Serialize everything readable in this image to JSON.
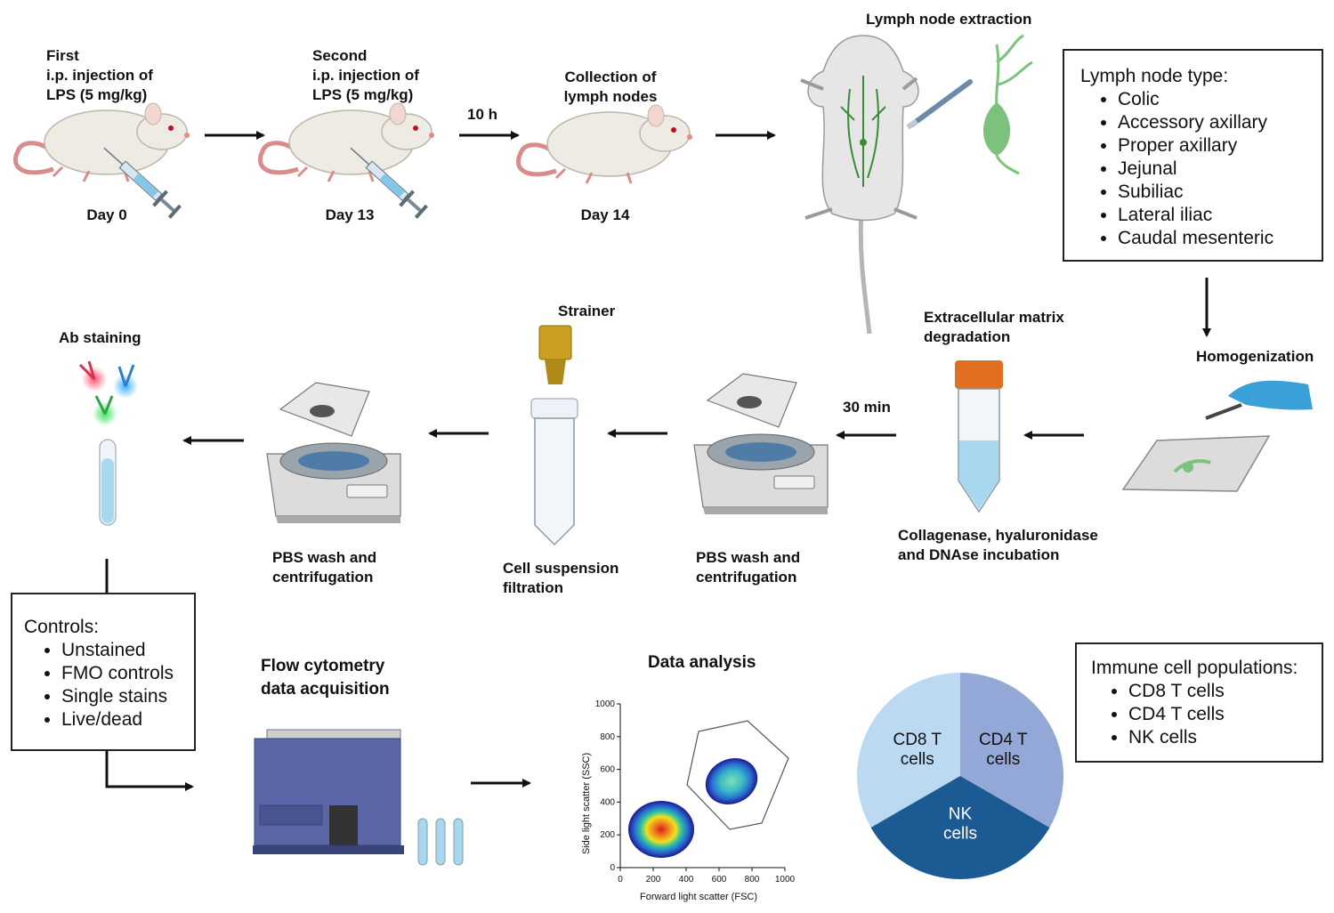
{
  "steps": {
    "first_injection": "First\ni.p. injection of\nLPS (5 mg/kg)",
    "second_injection": "Second\ni.p. injection of\nLPS (5 mg/kg)",
    "collection": "Collection of\nlymph nodes",
    "day0": "Day 0",
    "day13": "Day 13",
    "day14": "Day 14",
    "interval_10h": "10 h",
    "extraction": "Lymph node extraction",
    "homogenization": "Homogenization",
    "ecm": "Extracellular matrix\ndegradation",
    "incubation": "Collagenase, hyaluronidase\nand DNAse incubation",
    "interval_30min": "30 min",
    "pbs1": "PBS wash and\ncentrifugation",
    "strainer": "Strainer",
    "filtration": "Cell suspension\nfiltration",
    "pbs2": "PBS wash and\ncentrifugation",
    "ab_staining": "Ab staining",
    "flow": "Flow cytometry\ndata acquisition",
    "analysis": "Data analysis"
  },
  "lymph_box": {
    "title": "Lymph node type:",
    "items": [
      "Colic",
      "Accessory axillary",
      "Proper axillary",
      "Jejunal",
      "Subiliac",
      "Lateral iliac",
      "Caudal mesenteric"
    ]
  },
  "controls_box": {
    "title": "Controls:",
    "items": [
      "Unstained",
      "FMO controls",
      "Single stains",
      "Live/dead"
    ]
  },
  "immune_box": {
    "title": "Immune cell populations:",
    "items": [
      "CD8 T cells",
      "CD4 T cells",
      "NK cells"
    ]
  },
  "pie": {
    "slices": [
      {
        "label": "CD8 T\ncells",
        "value": 1,
        "color": "#bcd9f2"
      },
      {
        "label": "CD4 T\ncells",
        "value": 1,
        "color": "#93a8d6"
      },
      {
        "label": "NK\ncells",
        "value": 1,
        "color": "#1c5a93"
      }
    ]
  },
  "scatter": {
    "xlabel": "Forward light scatter (FSC)",
    "ylabel": "Side light scatter (SSC)",
    "xticks": [
      "0",
      "200",
      "400",
      "600",
      "800",
      "1000"
    ],
    "yticks": [
      "0",
      "200",
      "400",
      "600",
      "800",
      "1000"
    ]
  },
  "colors": {
    "arrow": "#111111",
    "mouse": "#eeeae4",
    "lymph_green": "#7cc27c",
    "tube_blue": "#a8d8f0",
    "cap_orange": "#e07020"
  }
}
